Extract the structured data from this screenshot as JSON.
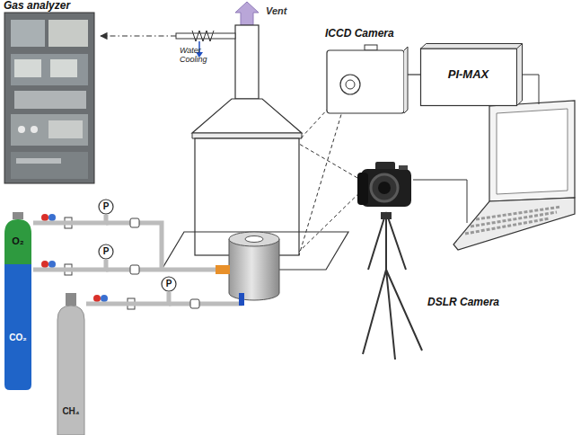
{
  "diagram": {
    "nodes": [
      {
        "text": [
          "Gas analyzer"
        ]
      },
      {
        "text": [
          "ICCD Camera"
        ]
      },
      {
        "text": [
          "PI-MAX"
        ]
      },
      {
        "text": [
          "DSLR Camera"
        ]
      },
      {
        "text": [
          "O₂"
        ]
      },
      {
        "text": [
          "CO₂"
        ]
      },
      {
        "text": [
          "CH₄"
        ]
      },
      {
        "text": [
          "P"
        ]
      },
      {
        "text": [
          "P"
        ]
      },
      {
        "text": [
          "P"
        ]
      }
    ],
    "edges": [
      {
        "from": 1,
        "to": 2,
        "arrow": "none"
      },
      {
        "from": 4,
        "to": 7,
        "arrow": "none"
      },
      {
        "from": 5,
        "to": 8,
        "arrow": "none"
      },
      {
        "from": 6,
        "to": 9,
        "arrow": "none"
      }
    ],
    "labels": [
      "Vent",
      "Water Cooling"
    ]
  }
}
